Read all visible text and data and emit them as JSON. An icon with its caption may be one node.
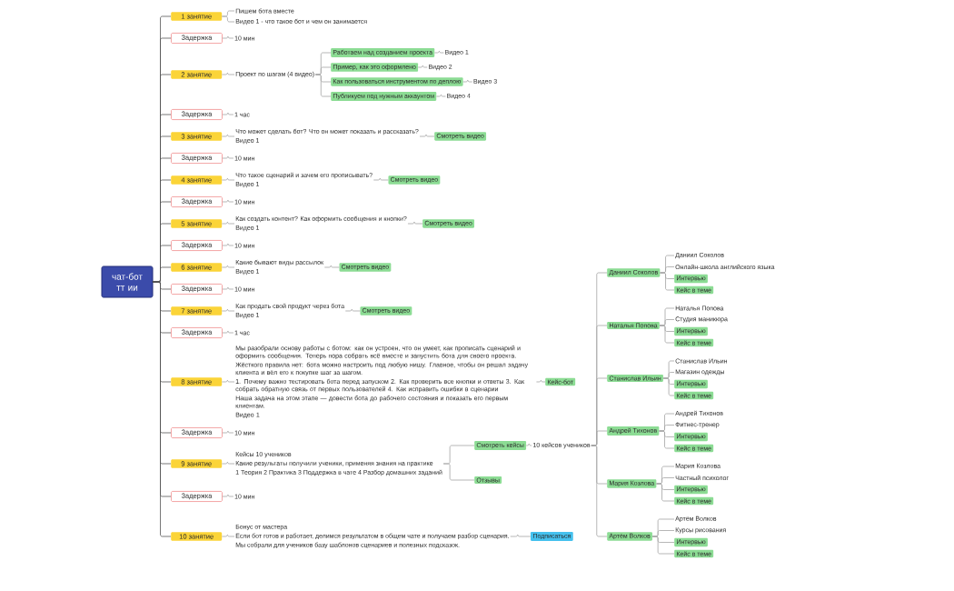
{
  "diagram": {
    "nodes": [
      {
        "text": [
          "чат-бот тт ии"
        ]
      },
      {
        "text": [
          "1 занятие"
        ]
      },
      {
        "text": [
          "Пишем бота вместе"
        ]
      },
      {
        "text": [
          "Видео 1 - что такое бот и чем он занимается"
        ]
      },
      {
        "text": [
          "Задержка"
        ]
      },
      {
        "text": [
          "10 мин"
        ]
      },
      {
        "text": [
          "2 занятие"
        ]
      },
      {
        "text": [
          "Проект по шагам (4 видео)"
        ]
      },
      {
        "text": [
          "Работаем над созданием проекта"
        ]
      },
      {
        "text": [
          "Видео 1"
        ]
      },
      {
        "text": [
          "Пример, как это оформлено"
        ]
      },
      {
        "text": [
          "Видео 2"
        ]
      },
      {
        "text": [
          "Как пользоваться инструментом по деплою"
        ]
      },
      {
        "text": [
          "Видео 3"
        ]
      },
      {
        "text": [
          "Публикуем под нужным аккаунтом"
        ]
      },
      {
        "text": [
          "Видео 4"
        ]
      },
      {
        "text": [
          "Задержка"
        ]
      },
      {
        "text": [
          "1 час"
        ]
      },
      {
        "text": [
          "3 занятие"
        ]
      },
      {
        "text": [
          "Что может сделать бот? Что он может показать и рассказать?",
          "Видео 1"
        ]
      },
      {
        "text": [
          "Смотреть видео"
        ]
      },
      {
        "text": [
          "Задержка"
        ]
      },
      {
        "text": [
          "10 мин"
        ]
      },
      {
        "text": [
          "4 занятие"
        ]
      },
      {
        "text": [
          "Что такое сценарий и зачем его прописывать?",
          "Видео 1"
        ]
      },
      {
        "text": [
          "Смотреть видео"
        ]
      },
      {
        "text": [
          "Задержка"
        ]
      },
      {
        "text": [
          "10 мин"
        ]
      },
      {
        "text": [
          "5 занятие"
        ]
      },
      {
        "text": [
          "Как создать контент? Как оформить сообщения и кнопки?",
          "Видео 1"
        ]
      },
      {
        "text": [
          "Смотреть видео"
        ]
      },
      {
        "text": [
          "Задержка"
        ]
      },
      {
        "text": [
          "10 мин"
        ]
      },
      {
        "text": [
          "6 занятие"
        ]
      },
      {
        "text": [
          "Какие бывают виды рассылок",
          "Видео 1"
        ]
      },
      {
        "text": [
          "Смотреть видео"
        ]
      },
      {
        "text": [
          "Задержка"
        ]
      },
      {
        "text": [
          "10 мин"
        ]
      },
      {
        "text": [
          "7 занятие"
        ]
      },
      {
        "text": [
          "Как продать свой продукт через бота",
          "Видео 1"
        ]
      },
      {
        "text": [
          "Смотреть видео"
        ]
      },
      {
        "text": [
          "Задержка"
        ]
      },
      {
        "text": [
          "1 час"
        ]
      },
      {
        "text": [
          "8 занятие"
        ]
      },
      {
        "text": [
          "Мы разобрали основу работы с ботом: как он устроен, что он умеет, как прописать сценарий и оформить сообщения. Теперь пора собрать всё вместе и запустить бота для своего проекта.",
          "Жёсткого правила нет: бота можно настроить под любую нишу. Главное, чтобы он решал задачу клиента и вёл его к покупке шаг за шагом.",
          "1. Почему важно тестировать бота перед запуском 2. Как проверить все кнопки и ответы 3. Как собрать обратную связь от первых пользователей 4. Как исправить ошибки в сценарии",
          "Наша задача на этом этапе — довести бота до рабочего состояния и показать его первым клиентам.",
          "Видео 1"
        ]
      },
      {
        "text": [
          "Кейс-бот"
        ]
      },
      {
        "text": [
          "Задержка"
        ]
      },
      {
        "text": [
          "10 мин"
        ]
      },
      {
        "text": [
          "9 занятие"
        ]
      },
      {
        "text": [
          "Кейсы 10 учеников",
          "Какие результаты получили ученики, применяя знания на практике",
          "1 Теория 2 Практика 3 Поддержка в чате 4 Разбор домашних заданий"
        ]
      },
      {
        "text": [
          "Смотреть кейсы"
        ]
      },
      {
        "text": [
          "10 кейсов учеников"
        ]
      },
      {
        "text": [
          "Даниил Соколов"
        ]
      },
      {
        "text": [
          "Даниил Соколов"
        ]
      },
      {
        "text": [
          "Онлайн-школа английского языка"
        ]
      },
      {
        "text": [
          "Интервью"
        ]
      },
      {
        "text": [
          "Кейс в теме"
        ]
      },
      {
        "text": [
          "Наталья Попова"
        ]
      },
      {
        "text": [
          "Наталья Попова"
        ]
      },
      {
        "text": [
          "Студия маникюра"
        ]
      },
      {
        "text": [
          "Интервью"
        ]
      },
      {
        "text": [
          "Кейс в теме"
        ]
      },
      {
        "text": [
          "Станислав Ильин"
        ]
      },
      {
        "text": [
          "Станислав Ильин"
        ]
      },
      {
        "text": [
          "Магазин одежды"
        ]
      },
      {
        "text": [
          "Интервью"
        ]
      },
      {
        "text": [
          "Кейс в теме"
        ]
      },
      {
        "text": [
          "Андрей Тихонов"
        ]
      },
      {
        "text": [
          "Андрей Тихонов"
        ]
      },
      {
        "text": [
          "Фитнес-тренер"
        ]
      },
      {
        "text": [
          "Интервью"
        ]
      },
      {
        "text": [
          "Кейс в теме"
        ]
      },
      {
        "text": [
          "Мария Козлова"
        ]
      },
      {
        "text": [
          "Мария Козлова"
        ]
      },
      {
        "text": [
          "Частный психолог"
        ]
      },
      {
        "text": [
          "Интервью"
        ]
      },
      {
        "text": [
          "Кейс в теме"
        ]
      },
      {
        "text": [
          "Артём Волков"
        ]
      },
      {
        "text": [
          "Артём Волков"
        ]
      },
      {
        "text": [
          "Курсы рисования"
        ]
      },
      {
        "text": [
          "Интервью"
        ]
      },
      {
        "text": [
          "Кейс в теме"
        ]
      },
      {
        "text": [
          "Отзывы"
        ]
      },
      {
        "text": [
          "Задержка"
        ]
      },
      {
        "text": [
          "10 мин"
        ]
      },
      {
        "text": [
          "10 занятие"
        ]
      },
      {
        "text": [
          "Бонус от мастера",
          "Если бот готов и работает, делимся результатом в общем чате и получаем разбор сценария.",
          "Мы собрали для учеников базу шаблонов сценариев и полезных подсказок."
        ]
      },
      {
        "text": [
          "Подписаться"
        ]
      }
    ],
    "edges": [
      {
        "from": 0,
        "to": 1,
        "arrow": "none",
        "color": "#555555"
      },
      {
        "from": 1,
        "to": 2,
        "arrow": "none"
      },
      {
        "from": 1,
        "to": 3,
        "arrow": "none"
      },
      {
        "from": 0,
        "to": 4,
        "arrow": "none",
        "color": "#555555"
      },
      {
        "from": 4,
        "to": 5,
        "arrow": "none"
      },
      {
        "from": 0,
        "to": 6,
        "arrow": "none",
        "color": "#555555"
      },
      {
        "from": 6,
        "to": 7,
        "arrow": "none"
      },
      {
        "from": 7,
        "to": 8,
        "arrow": "none"
      },
      {
        "from": 8,
        "to": 9,
        "arrow": "none"
      },
      {
        "from": 7,
        "to": 10,
        "arrow": "none"
      },
      {
        "from": 10,
        "to": 11,
        "arrow": "none"
      },
      {
        "from": 7,
        "to": 12,
        "arrow": "none"
      },
      {
        "from": 12,
        "to": 13,
        "arrow": "none"
      },
      {
        "from": 7,
        "to": 14,
        "arrow": "none"
      },
      {
        "from": 14,
        "to": 15,
        "arrow": "none"
      },
      {
        "from": 0,
        "to": 16,
        "arrow": "none",
        "color": "#555555"
      },
      {
        "from": 16,
        "to": 17,
        "arrow": "none"
      },
      {
        "from": 0,
        "to": 18,
        "arrow": "none",
        "color": "#555555"
      },
      {
        "from": 18,
        "to": 19,
        "arrow": "none"
      },
      {
        "from": 19,
        "to": 20,
        "arrow": "none"
      },
      {
        "from": 0,
        "to": 21,
        "arrow": "none",
        "color": "#555555"
      },
      {
        "from": 21,
        "to": 22,
        "arrow": "none"
      },
      {
        "from": 0,
        "to": 23,
        "arrow": "none",
        "color": "#555555"
      },
      {
        "from": 23,
        "to": 24,
        "arrow": "none"
      },
      {
        "from": 24,
        "to": 25,
        "arrow": "none"
      },
      {
        "from": 0,
        "to": 26,
        "arrow": "none",
        "color": "#555555"
      },
      {
        "from": 26,
        "to": 27,
        "arrow": "none"
      },
      {
        "from": 0,
        "to": 28,
        "arrow": "none",
        "color": "#555555"
      },
      {
        "from": 28,
        "to": 29,
        "arrow": "none"
      },
      {
        "from": 29,
        "to": 30,
        "arrow": "none"
      },
      {
        "from": 0,
        "to": 31,
        "arrow": "none",
        "color": "#555555"
      },
      {
        "from": 31,
        "to": 32,
        "arrow": "none"
      },
      {
        "from": 0,
        "to": 33,
        "arrow": "none",
        "color": "#555555"
      },
      {
        "from": 33,
        "to": 34,
        "arrow": "none"
      },
      {
        "from": 34,
        "to": 35,
        "arrow": "none"
      },
      {
        "from": 0,
        "to": 36,
        "arrow": "none",
        "color": "#555555"
      },
      {
        "from": 36,
        "to": 37,
        "arrow": "none"
      },
      {
        "from": 0,
        "to": 38,
        "arrow": "none",
        "color": "#555555"
      },
      {
        "from": 38,
        "to": 39,
        "arrow": "none"
      },
      {
        "from": 39,
        "to": 40,
        "arrow": "none"
      },
      {
        "from": 0,
        "to": 41,
        "arrow": "none",
        "color": "#555555"
      },
      {
        "from": 41,
        "to": 42,
        "arrow": "none"
      },
      {
        "from": 0,
        "to": 43,
        "arrow": "none",
        "color": "#555555"
      },
      {
        "from": 43,
        "to": 44,
        "arrow": "none"
      },
      {
        "from": 44,
        "to": 45,
        "arrow": "none"
      },
      {
        "from": 0,
        "to": 46,
        "arrow": "none",
        "color": "#555555"
      },
      {
        "from": 46,
        "to": 47,
        "arrow": "none"
      },
      {
        "from": 0,
        "to": 48,
        "arrow": "none",
        "color": "#555555"
      },
      {
        "from": 48,
        "to": 49,
        "arrow": "none"
      },
      {
        "from": 49,
        "to": 50,
        "arrow": "none"
      },
      {
        "from": 50,
        "to": 51,
        "arrow": "none"
      },
      {
        "from": 51,
        "to": 52,
        "arrow": "none"
      },
      {
        "from": 52,
        "to": 53,
        "arrow": "none"
      },
      {
        "from": 52,
        "to": 54,
        "arrow": "none"
      },
      {
        "from": 52,
        "to": 55,
        "arrow": "none"
      },
      {
        "from": 52,
        "to": 56,
        "arrow": "none"
      },
      {
        "from": 51,
        "to": 57,
        "arrow": "none"
      },
      {
        "from": 57,
        "to": 58,
        "arrow": "none"
      },
      {
        "from": 57,
        "to": 59,
        "arrow": "none"
      },
      {
        "from": 57,
        "to": 60,
        "arrow": "none"
      },
      {
        "from": 57,
        "to": 61,
        "arrow": "none"
      },
      {
        "from": 51,
        "to": 62,
        "arrow": "none"
      },
      {
        "from": 62,
        "to": 63,
        "arrow": "none"
      },
      {
        "from": 62,
        "to": 64,
        "arrow": "none"
      },
      {
        "from": 62,
        "to": 65,
        "arrow": "none"
      },
      {
        "from": 62,
        "to": 66,
        "arrow": "none"
      },
      {
        "from": 51,
        "to": 67,
        "arrow": "none"
      },
      {
        "from": 67,
        "to": 68,
        "arrow": "none"
      },
      {
        "from": 67,
        "to": 69,
        "arrow": "none"
      },
      {
        "from": 67,
        "to": 70,
        "arrow": "none"
      },
      {
        "from": 67,
        "to": 71,
        "arrow": "none"
      },
      {
        "from": 51,
        "to": 72,
        "arrow": "none"
      },
      {
        "from": 72,
        "to": 73,
        "arrow": "none"
      },
      {
        "from": 72,
        "to": 74,
        "arrow": "none"
      },
      {
        "from": 72,
        "to": 75,
        "arrow": "none"
      },
      {
        "from": 72,
        "to": 76,
        "arrow": "none"
      },
      {
        "from": 51,
        "to": 77,
        "arrow": "none"
      },
      {
        "from": 77,
        "to": 78,
        "arrow": "none"
      },
      {
        "from": 77,
        "to": 79,
        "arrow": "none"
      },
      {
        "from": 77,
        "to": 80,
        "arrow": "none"
      },
      {
        "from": 77,
        "to": 81,
        "arrow": "none"
      },
      {
        "from": 49,
        "to": 82,
        "arrow": "none"
      },
      {
        "from": 0,
        "to": 83,
        "arrow": "none",
        "color": "#555555"
      },
      {
        "from": 83,
        "to": 84,
        "arrow": "none"
      },
      {
        "from": 0,
        "to": 85,
        "arrow": "none",
        "color": "#555555"
      },
      {
        "from": 85,
        "to": 86,
        "arrow": "none"
      },
      {
        "from": 86,
        "to": 87,
        "arrow": "none"
      }
    ]
  }
}
